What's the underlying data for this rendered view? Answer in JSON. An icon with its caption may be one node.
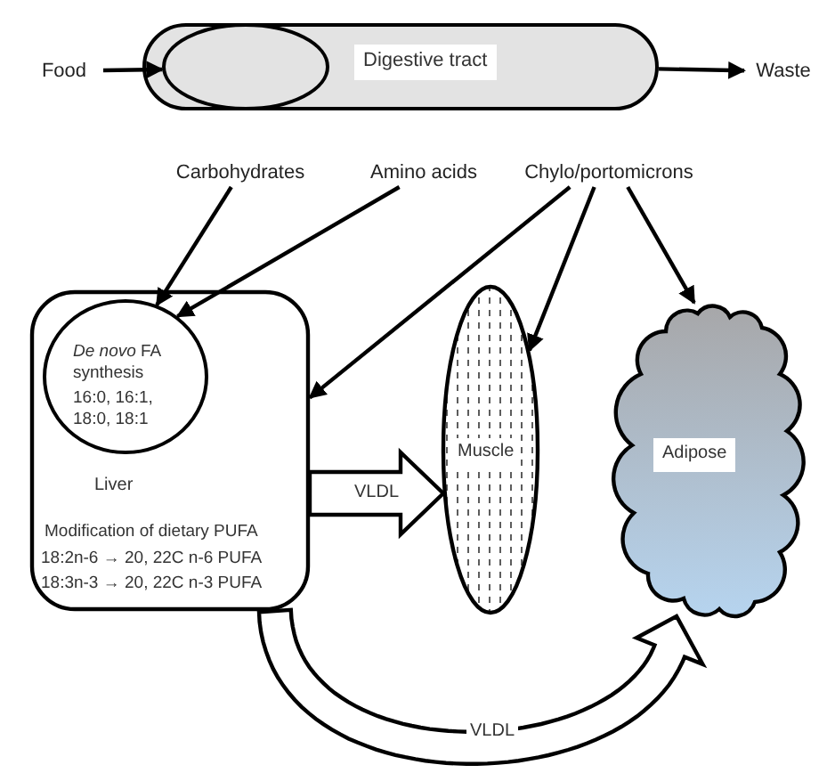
{
  "diagram": {
    "nodes": [
      {
        "text": [
          "Food"
        ]
      },
      {
        "text": [
          "Digestive tract"
        ]
      },
      {
        "text": [],
        "shape": "circle",
        "in": 1
      },
      {
        "text": [
          "Waste"
        ]
      },
      {
        "text": [
          "Carbohydrates"
        ]
      },
      {
        "text": [
          "Amino acids"
        ]
      },
      {
        "text": [
          "Chylo/portomicrons"
        ]
      },
      {
        "text": [
          "Liver",
          "Modification of dietary PUFA",
          "18:2n-6 → 20, 22C n-6 PUFA",
          "18:3n-3 → 20, 22C n-3 PUFA"
        ]
      },
      {
        "text": [
          "*De novo* FA synthesis",
          "16:0, 16:1, 18:0, 18:1"
        ],
        "in": 7
      },
      {
        "text": [
          "Muscle"
        ]
      },
      {
        "text": [
          "Adipose"
        ]
      }
    ],
    "edges": [
      {
        "from": 0,
        "to": 2,
        "arrow": "to"
      },
      {
        "from": 1,
        "to": 3,
        "arrow": "to"
      },
      {
        "from": 4,
        "to": 8,
        "arrow": "to"
      },
      {
        "from": 5,
        "to": 8,
        "arrow": "to"
      },
      {
        "from": 6,
        "to": 7,
        "arrow": "to"
      },
      {
        "from": 6,
        "to": 9,
        "arrow": "to"
      },
      {
        "from": 6,
        "to": 10,
        "arrow": "to"
      },
      {
        "from": 7,
        "to": 9,
        "arrow": "to",
        "label": "VLDL",
        "style": "thick"
      },
      {
        "from": 7,
        "to": 10,
        "arrow": "to",
        "label": "VLDL",
        "style": "thick"
      }
    ]
  }
}
